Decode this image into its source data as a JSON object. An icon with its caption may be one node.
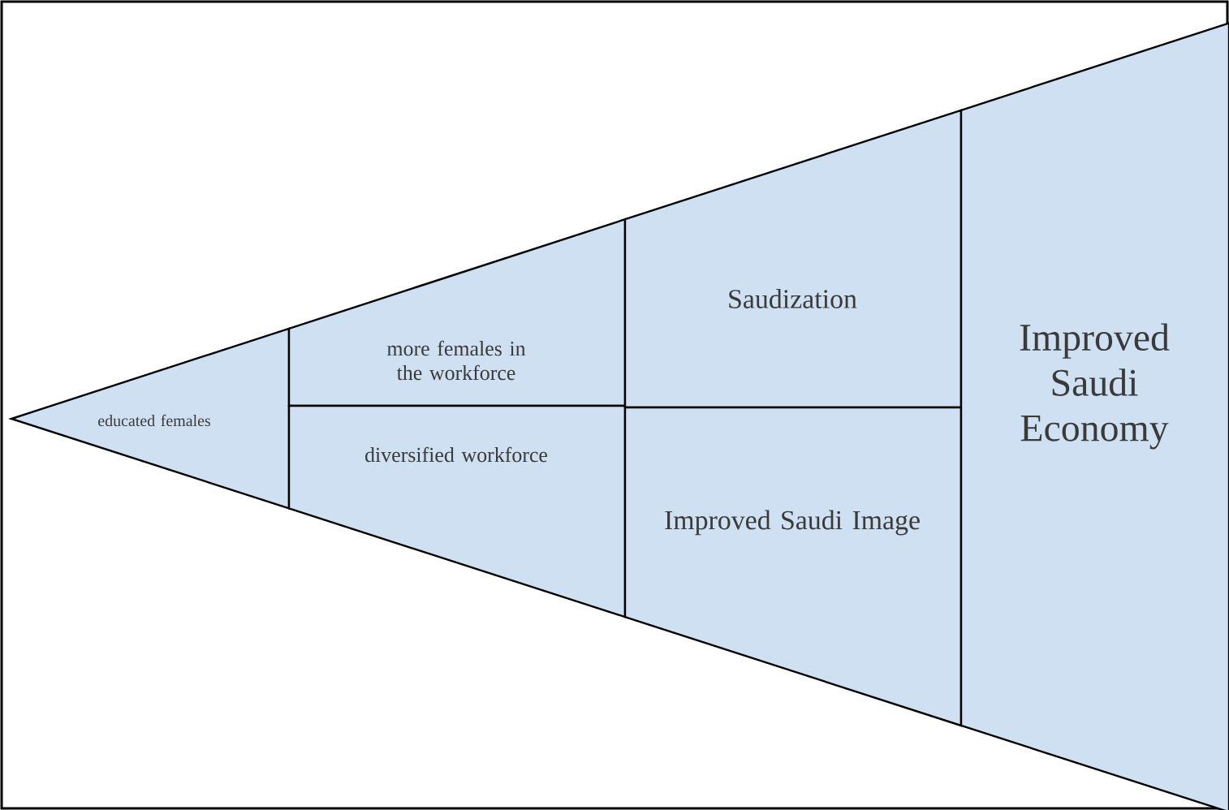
{
  "diagram": {
    "nodes": [
      {
        "text": [
          "educated females"
        ]
      },
      {
        "text": [
          "more females in the workforce"
        ]
      },
      {
        "text": [
          "diversified workforce"
        ]
      },
      {
        "text": [
          "Saudization"
        ]
      },
      {
        "text": [
          "Improved Saudi Image"
        ]
      },
      {
        "text": [
          "Improved Saudi Economy"
        ]
      }
    ]
  }
}
